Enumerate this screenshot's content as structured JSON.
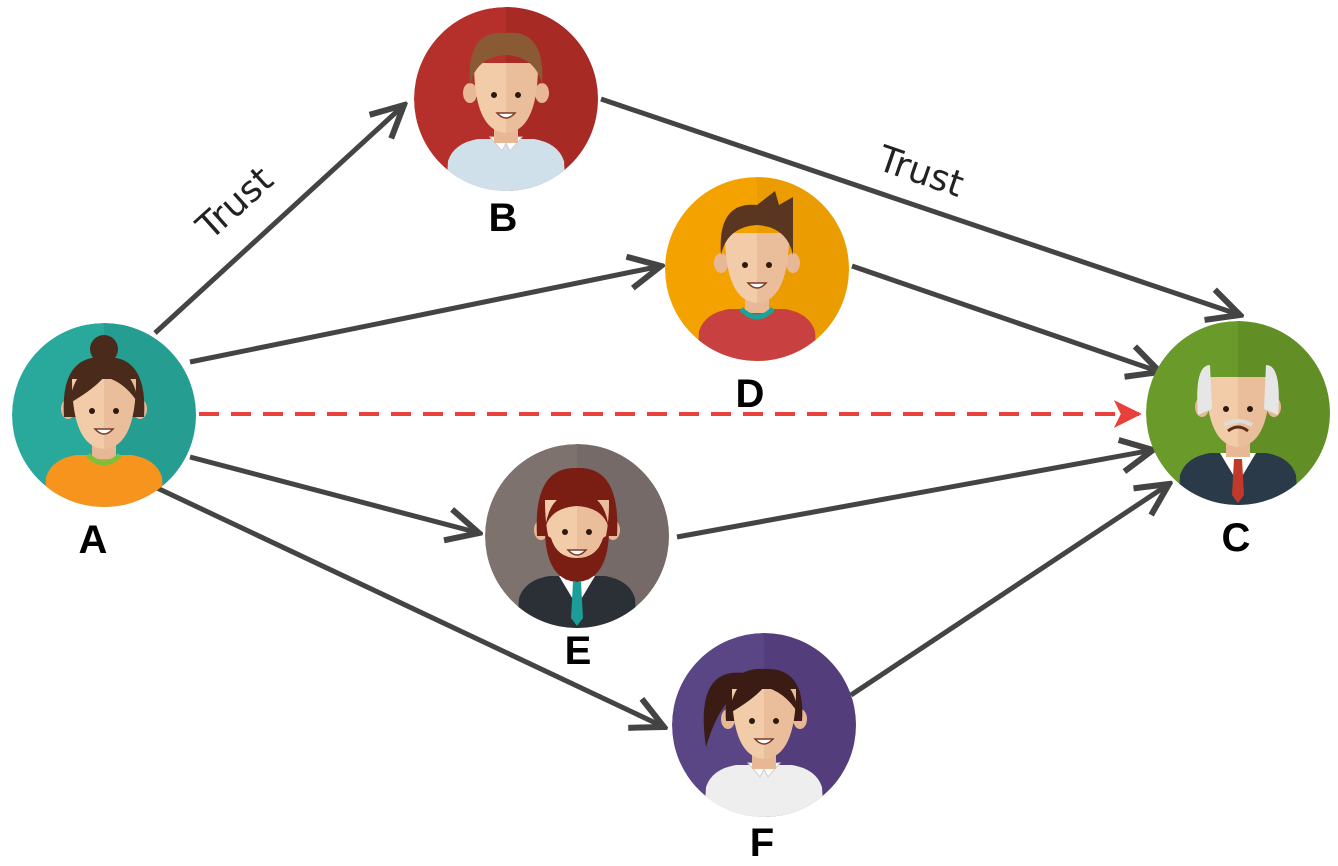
{
  "nodes": [
    {
      "id": "A",
      "label": "A",
      "bg": "#29a89c",
      "bg_dark": "#24968b",
      "shirt": "#f7941d",
      "hair": "#4a2a1a",
      "style": "woman-bun",
      "avatar_icon": "woman-avatar-icon"
    },
    {
      "id": "B",
      "label": "B",
      "bg": "#b5302a",
      "bg_dark": "#9e2722",
      "shirt": "#cfe0ea",
      "hair": "#8a5a35",
      "style": "man-shirt",
      "avatar_icon": "man-avatar-icon"
    },
    {
      "id": "C",
      "label": "C",
      "bg": "#6a9a2a",
      "bg_dark": "#5c8824",
      "shirt": "#2b3a48",
      "hair": "#e6e6e6",
      "style": "old-man-suit",
      "avatar_icon": "old-man-avatar-icon"
    },
    {
      "id": "D",
      "label": "D",
      "bg": "#f3a200",
      "bg_dark": "#e69800",
      "shirt": "#c94040",
      "hair": "#5a3620",
      "style": "boy-tshirt",
      "avatar_icon": "boy-avatar-icon"
    },
    {
      "id": "E",
      "label": "E",
      "bg": "#7e726f",
      "bg_dark": "#706562",
      "shirt": "#2b2f36",
      "hair": "#7a1e14",
      "style": "bearded-man-suit",
      "avatar_icon": "bearded-man-avatar-icon"
    },
    {
      "id": "F",
      "label": "F",
      "bg": "#5a4585",
      "bg_dark": "#4e3b75",
      "shirt": "#eeeeee",
      "hair": "#3a1c14",
      "style": "woman-ponytail",
      "avatar_icon": "ponytail-woman-avatar-icon"
    }
  ],
  "edges": [
    {
      "from": "A",
      "to": "B",
      "label": "Trust",
      "dashed": false
    },
    {
      "from": "B",
      "to": "C",
      "label": "Trust",
      "dashed": false
    },
    {
      "from": "A",
      "to": "D",
      "label": "",
      "dashed": false
    },
    {
      "from": "D",
      "to": "C",
      "label": "",
      "dashed": false
    },
    {
      "from": "A",
      "to": "E",
      "label": "",
      "dashed": false
    },
    {
      "from": "E",
      "to": "C",
      "label": "",
      "dashed": false
    },
    {
      "from": "A",
      "to": "F",
      "label": "",
      "dashed": false
    },
    {
      "from": "F",
      "to": "C",
      "label": "",
      "dashed": false
    },
    {
      "from": "A",
      "to": "C",
      "label": "",
      "dashed": true
    }
  ],
  "colors": {
    "edge": "#444444",
    "inferred_edge": "#e8403a",
    "skin": "#f2cba8",
    "skin_shade": "#e8b896"
  }
}
